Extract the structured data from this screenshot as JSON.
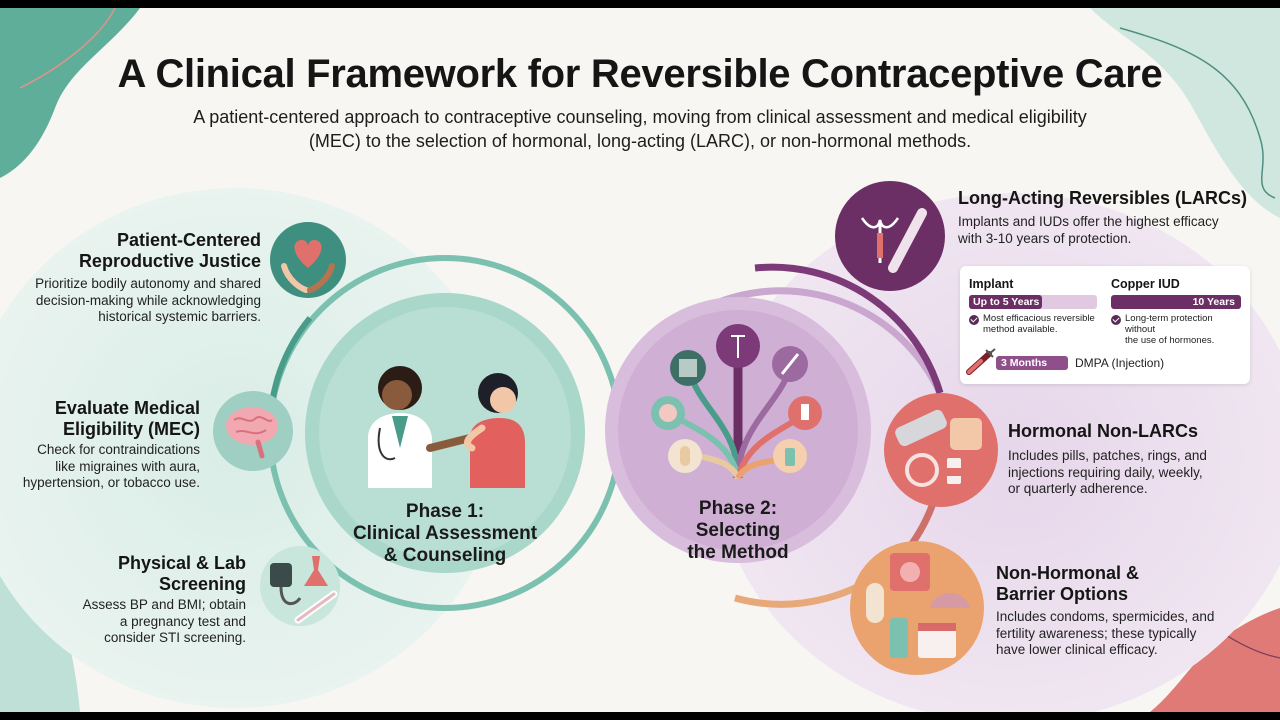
{
  "header": {
    "title": "A Clinical Framework for Reversible Contraceptive Care",
    "subtitle_line1": "A patient-centered approach to contraceptive counseling, moving from clinical assessment and medical eligibility",
    "subtitle_line2": "(MEC) to the selection of hormonal, long-acting (LARC), or non-hormonal methods."
  },
  "phase1": {
    "line1": "Phase 1:",
    "line2": "Clinical Assessment",
    "line3": "& Counseling",
    "steps": [
      {
        "title_line1": "Patient-Centered",
        "title_line2": "Reproductive Justice",
        "desc": [
          "Prioritize bodily autonomy and shared",
          "decision-making while acknowledging",
          "historical systemic barriers."
        ],
        "icon": "heart-hands-icon"
      },
      {
        "title_line1": "Evaluate Medical",
        "title_line2": "Eligibility (MEC)",
        "desc": [
          "Check for contraindications",
          "like migraines with aura,",
          "hypertension, or tobacco use."
        ],
        "icon": "brain-icon"
      },
      {
        "title_line1": "Physical & Lab",
        "title_line2": "Screening",
        "desc": [
          "Assess BP and BMI; obtain",
          "a pregnancy test and",
          "consider STI screening."
        ],
        "icon": "lab-screening-icon"
      }
    ]
  },
  "phase2": {
    "line1": "Phase 2:",
    "line2": "Selecting",
    "line3": "the Method",
    "larc": {
      "title": "Long-Acting Reversibles (LARCs)",
      "desc": [
        "Implants and IUDs offer the highest efficacy",
        "with 3-10 years of protection."
      ],
      "icon": "iud-implant-icon",
      "implant": {
        "label": "Implant",
        "bar": "Up to 5 Years",
        "years": 5,
        "note": [
          "Most efficacious reversible",
          "method available."
        ]
      },
      "copper": {
        "label": "Copper IUD",
        "bar": "10 Years",
        "years": 10,
        "note": [
          "Long-term protection without",
          "the use of hormones."
        ]
      },
      "dmpa": {
        "bar": "3 Months",
        "label": "DMPA (Injection)"
      }
    },
    "hormonal": {
      "title": "Hormonal Non-LARCs",
      "desc": [
        "Includes pills, patches, rings, and",
        "injections requiring daily, weekly,",
        "or quarterly adherence."
      ],
      "icon": "pill-pack-icon"
    },
    "nonhormonal": {
      "title_line1": "Non-Hormonal &",
      "title_line2": "Barrier Options",
      "desc": [
        "Includes condoms, spermicides, and",
        "fertility awareness; these typically",
        "have lower clinical efficacy."
      ],
      "icon": "condom-diaphragm-icon"
    }
  },
  "colors": {
    "teal": "#5fb3a1",
    "teal_light": "#d5ece5",
    "purple": "#6b2f66",
    "purple_light": "#e7d6e7",
    "coral": "#e0706b",
    "orange": "#eaa36f"
  }
}
